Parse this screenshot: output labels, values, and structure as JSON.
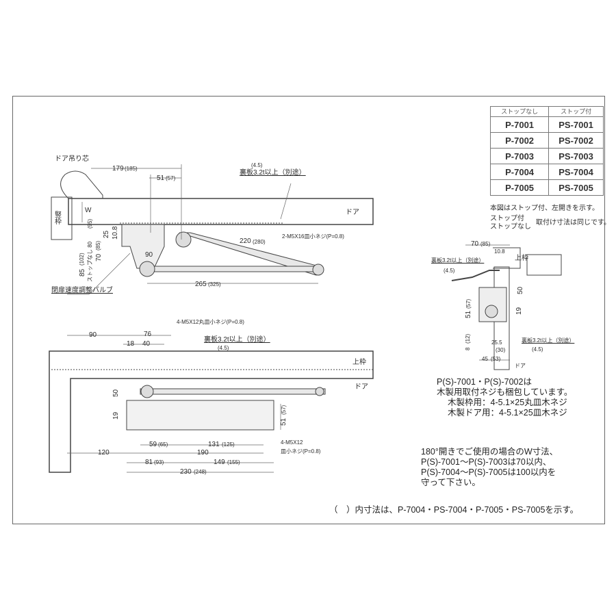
{
  "table": {
    "headers": [
      "ストップなし",
      "ストップ付"
    ],
    "rows": [
      [
        "P-7001",
        "PS-7001"
      ],
      [
        "P-7002",
        "PS-7002"
      ],
      [
        "P-7003",
        "PS-7003"
      ],
      [
        "P-7004",
        "PS-7004"
      ],
      [
        "P-7005",
        "PS-7005"
      ]
    ]
  },
  "table_notes": {
    "figure_note": "本図はストップ付、左開きを示す。",
    "stop_with": "ストップ付",
    "stop_without": "ストップなし",
    "same_dims": "取付け寸法は同じです。"
  },
  "top_view": {
    "hinge_center": "ドア吊り芯",
    "d179": "179",
    "d179p": "(185)",
    "d51": "51",
    "d51p": "(57)",
    "plate_t": "(4.5)",
    "plate": "裏板3.2t以上（別途）",
    "door": "ドア",
    "w": "W",
    "jamb": "竪枠",
    "screw": "2-M5X16皿小ネジ(P=0.8)",
    "d220": "220",
    "d220p": "(280)",
    "d90": "90",
    "d25": "25",
    "d108": "10.8",
    "d80": "ストップなし 80",
    "d80p": "(95)",
    "d70": "70",
    "d70p": "(85)",
    "d85": "85",
    "d85p": "(102)",
    "d265": "265",
    "d265p": "(325)",
    "valve": "閉扉速度調整バルブ"
  },
  "bottom_view": {
    "d90": "90",
    "d76": "76",
    "d18": "18",
    "d40": "40",
    "screw1": "4-M5X12丸皿小ネジ(P=0.8)",
    "plate": "裏板3.2t以上（別途）",
    "plate_t": "(4.5)",
    "head": "上枠",
    "door": "ドア",
    "d50": "50",
    "d19": "19",
    "d51": "51",
    "d51p": "(57)",
    "d59": "59",
    "d59p": "(65)",
    "d131": "131",
    "d131p": "(125)",
    "d120": "120",
    "d190": "190",
    "d81": "81",
    "d81p": "(93)",
    "d149": "149",
    "d149p": "(155)",
    "d230": "230",
    "d230p": "(248)",
    "screw2a": "4-M5X12",
    "screw2b": "皿小ネジ(P=0.8)"
  },
  "side_view": {
    "d70": "70",
    "d70p": "(85)",
    "head": "上枠",
    "plate": "裏板3.2t以上（別途）",
    "plate_t": "(4.5)",
    "d108": "10.8",
    "d50": "50",
    "d19": "19",
    "d51": "51",
    "d51p": "(57)",
    "d8": "8",
    "d8p": "(12)",
    "d255": "25.5",
    "d255p": "(30)",
    "d45": "45",
    "d45p": "(53)",
    "door": "ドア",
    "plate2": "裏板3.2t以上（別途）",
    "plate2_t": "(4.5)"
  },
  "notes": {
    "wood1": "P(S)-7001・P(S)-7002は",
    "wood2": "木製用取付ネジも梱包しています。",
    "wood3": "木製枠用：4-5.1×25丸皿木ネジ",
    "wood4": "木製ドア用：4-5.1×25皿木ネジ",
    "w1": "180°開きでご使用の場合のW寸法、",
    "w2": "P(S)-7001～P(S)-7003は70以内、",
    "w3": "P(S)-7004～P(S)-7005は100以内を",
    "w4": "守って下さい。",
    "paren": "（　）内寸法は、P-7004・PS-7004・P-7005・PS-7005を示す。"
  }
}
